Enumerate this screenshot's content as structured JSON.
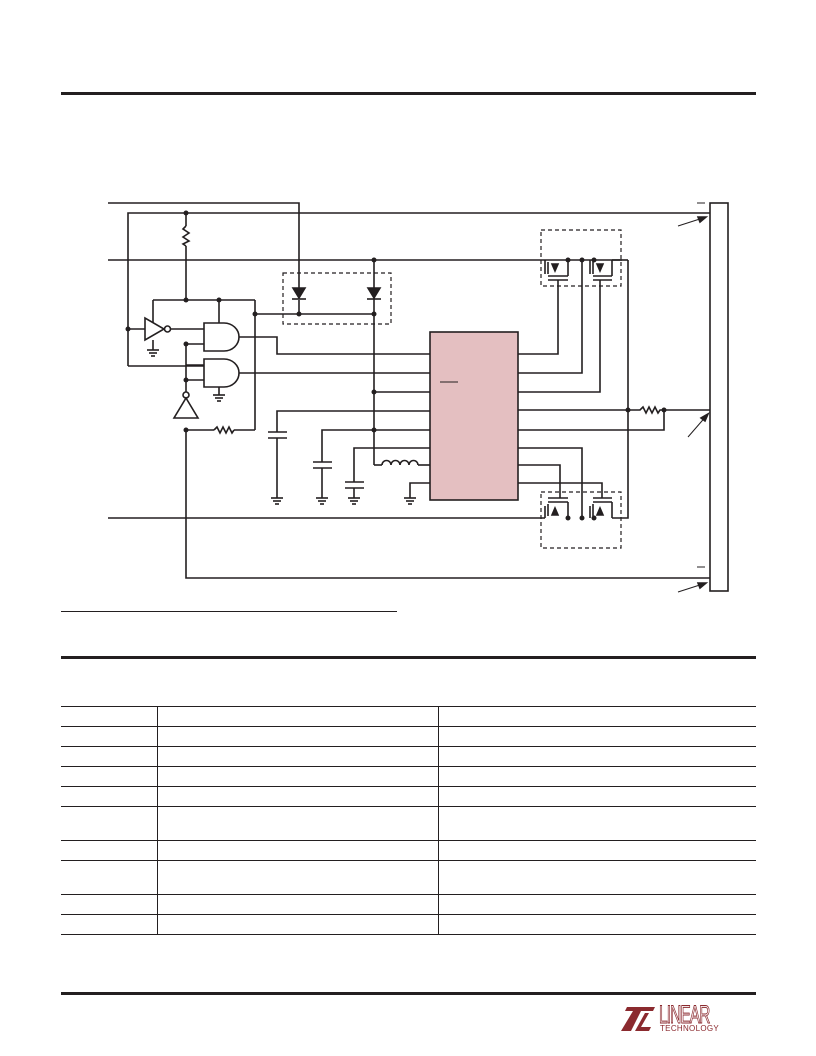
{
  "colors": {
    "ink": "#231f20",
    "ic_fill": "#e4bfc1",
    "logo": "#8b2a2f"
  },
  "schematic": {
    "components": [
      "ic-block",
      "and-gate",
      "and-gate",
      "inverter",
      "buffer",
      "diode",
      "diode",
      "mosfet-pair",
      "mosfet-pair",
      "inductor",
      "resistor",
      "resistor",
      "resistor",
      "capacitor",
      "capacitor",
      "capacitor",
      "ground",
      "connector-bar"
    ]
  },
  "table": {
    "row_count": 10
  },
  "logo": {
    "wordmark": "LINEAR",
    "subtext": "TECHNOLOGY",
    "icon": "lt-logo-icon"
  }
}
